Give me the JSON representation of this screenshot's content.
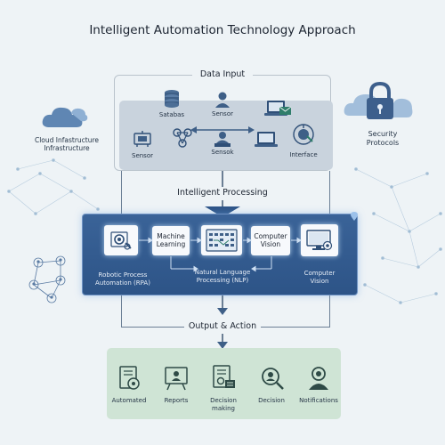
{
  "title": "Intelligent Automation Technology Approach",
  "data_input": {
    "label": "Data Input",
    "items": {
      "satabas": "Satabas",
      "sensor_top": "Sensor",
      "sensor_left": "Sensor",
      "sensok": "Sensok",
      "interface": "Interface"
    }
  },
  "cloud": {
    "line1": "Cloud Infastructure",
    "line2": "Infrastructure"
  },
  "security": {
    "line1": "Security",
    "line2": "Protocols"
  },
  "processing": {
    "label": "Intelligent Processing",
    "rpa_line1": "Robotic Process",
    "rpa_line2": "Automation (RPA)",
    "ml_line1": "Machine",
    "ml_line2": "Learning",
    "nlp_line1": "Natural Language",
    "nlp_line2": "Processing (NLP)",
    "cv_card_line1": "Computer",
    "cv_card_line2": "Vision",
    "cv_line1": "Computer",
    "cv_line2": "Vision"
  },
  "output": {
    "label": "Output & Action",
    "items": {
      "automated": "Automated",
      "reports": "Reports",
      "decision_making_1": "Decision",
      "decision_making_2": "making",
      "decision": "Decision",
      "notifications": "Notifications"
    }
  },
  "colors": {
    "processing_panel": "#2d5487",
    "input_panel": "#c9d3dd",
    "output_panel": "#cfe4d5",
    "connector": "#6b7f95"
  }
}
